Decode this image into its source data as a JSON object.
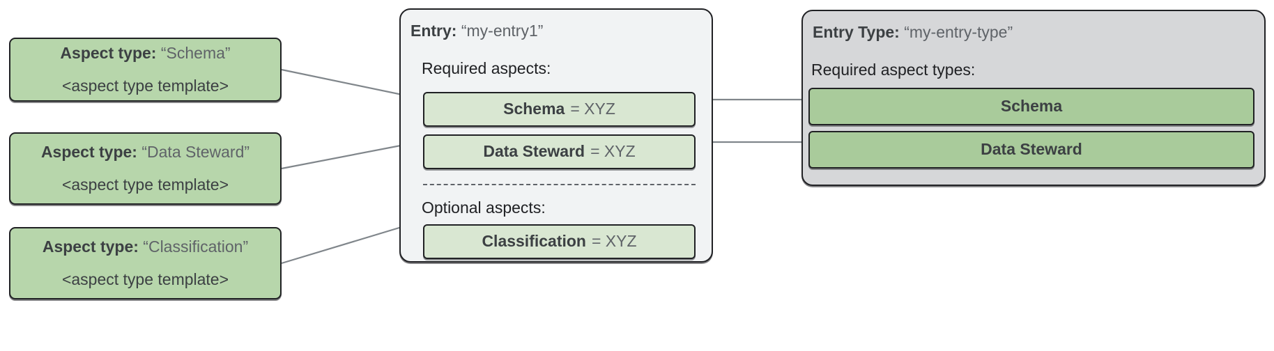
{
  "diagram": {
    "title_hidden": "",
    "colors": {
      "aspect_card_green": "#b7d6ab",
      "chip_light_green": "#d9e7d2",
      "chip_dark_green": "#a9cb9b",
      "entry_panel_gray": "#f1f3f4",
      "entry_type_panel_gray": "#d6d7d9",
      "outline": "#202124",
      "connector_line": "#80868b"
    }
  },
  "aspect_types": [
    {
      "label_bold": "Aspect type:",
      "label_value": "“Schema”",
      "template": "<aspect type template>"
    },
    {
      "label_bold": "Aspect type:",
      "label_value": "“Data Steward”",
      "template": "<aspect type template>"
    },
    {
      "label_bold": "Aspect type:",
      "label_value": "“Classification”",
      "template": "<aspect type template>"
    }
  ],
  "entry": {
    "title_bold": "Entry:",
    "title_value": "“my-entry1”",
    "required_label": "Required aspects:",
    "optional_label": "Optional aspects:",
    "required_aspects": [
      {
        "name": "Schema",
        "value": "= XYZ"
      },
      {
        "name": "Data Steward",
        "value": "= XYZ"
      }
    ],
    "optional_aspects": [
      {
        "name": "Classification",
        "value": "= XYZ"
      }
    ]
  },
  "entry_type": {
    "title_bold": "Entry Type:",
    "title_value": "“my-entry-type”",
    "required_label": "Required aspect types:",
    "required_aspect_types": [
      {
        "name": "Schema"
      },
      {
        "name": "Data Steward"
      }
    ]
  }
}
